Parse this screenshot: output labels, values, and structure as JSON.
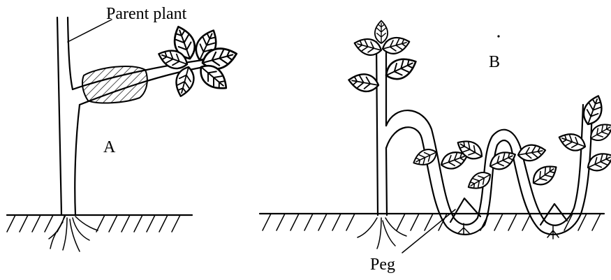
{
  "labels": {
    "parent_plant": "Parent plant",
    "a": "A",
    "b": "B",
    "peg": "Peg"
  }
}
